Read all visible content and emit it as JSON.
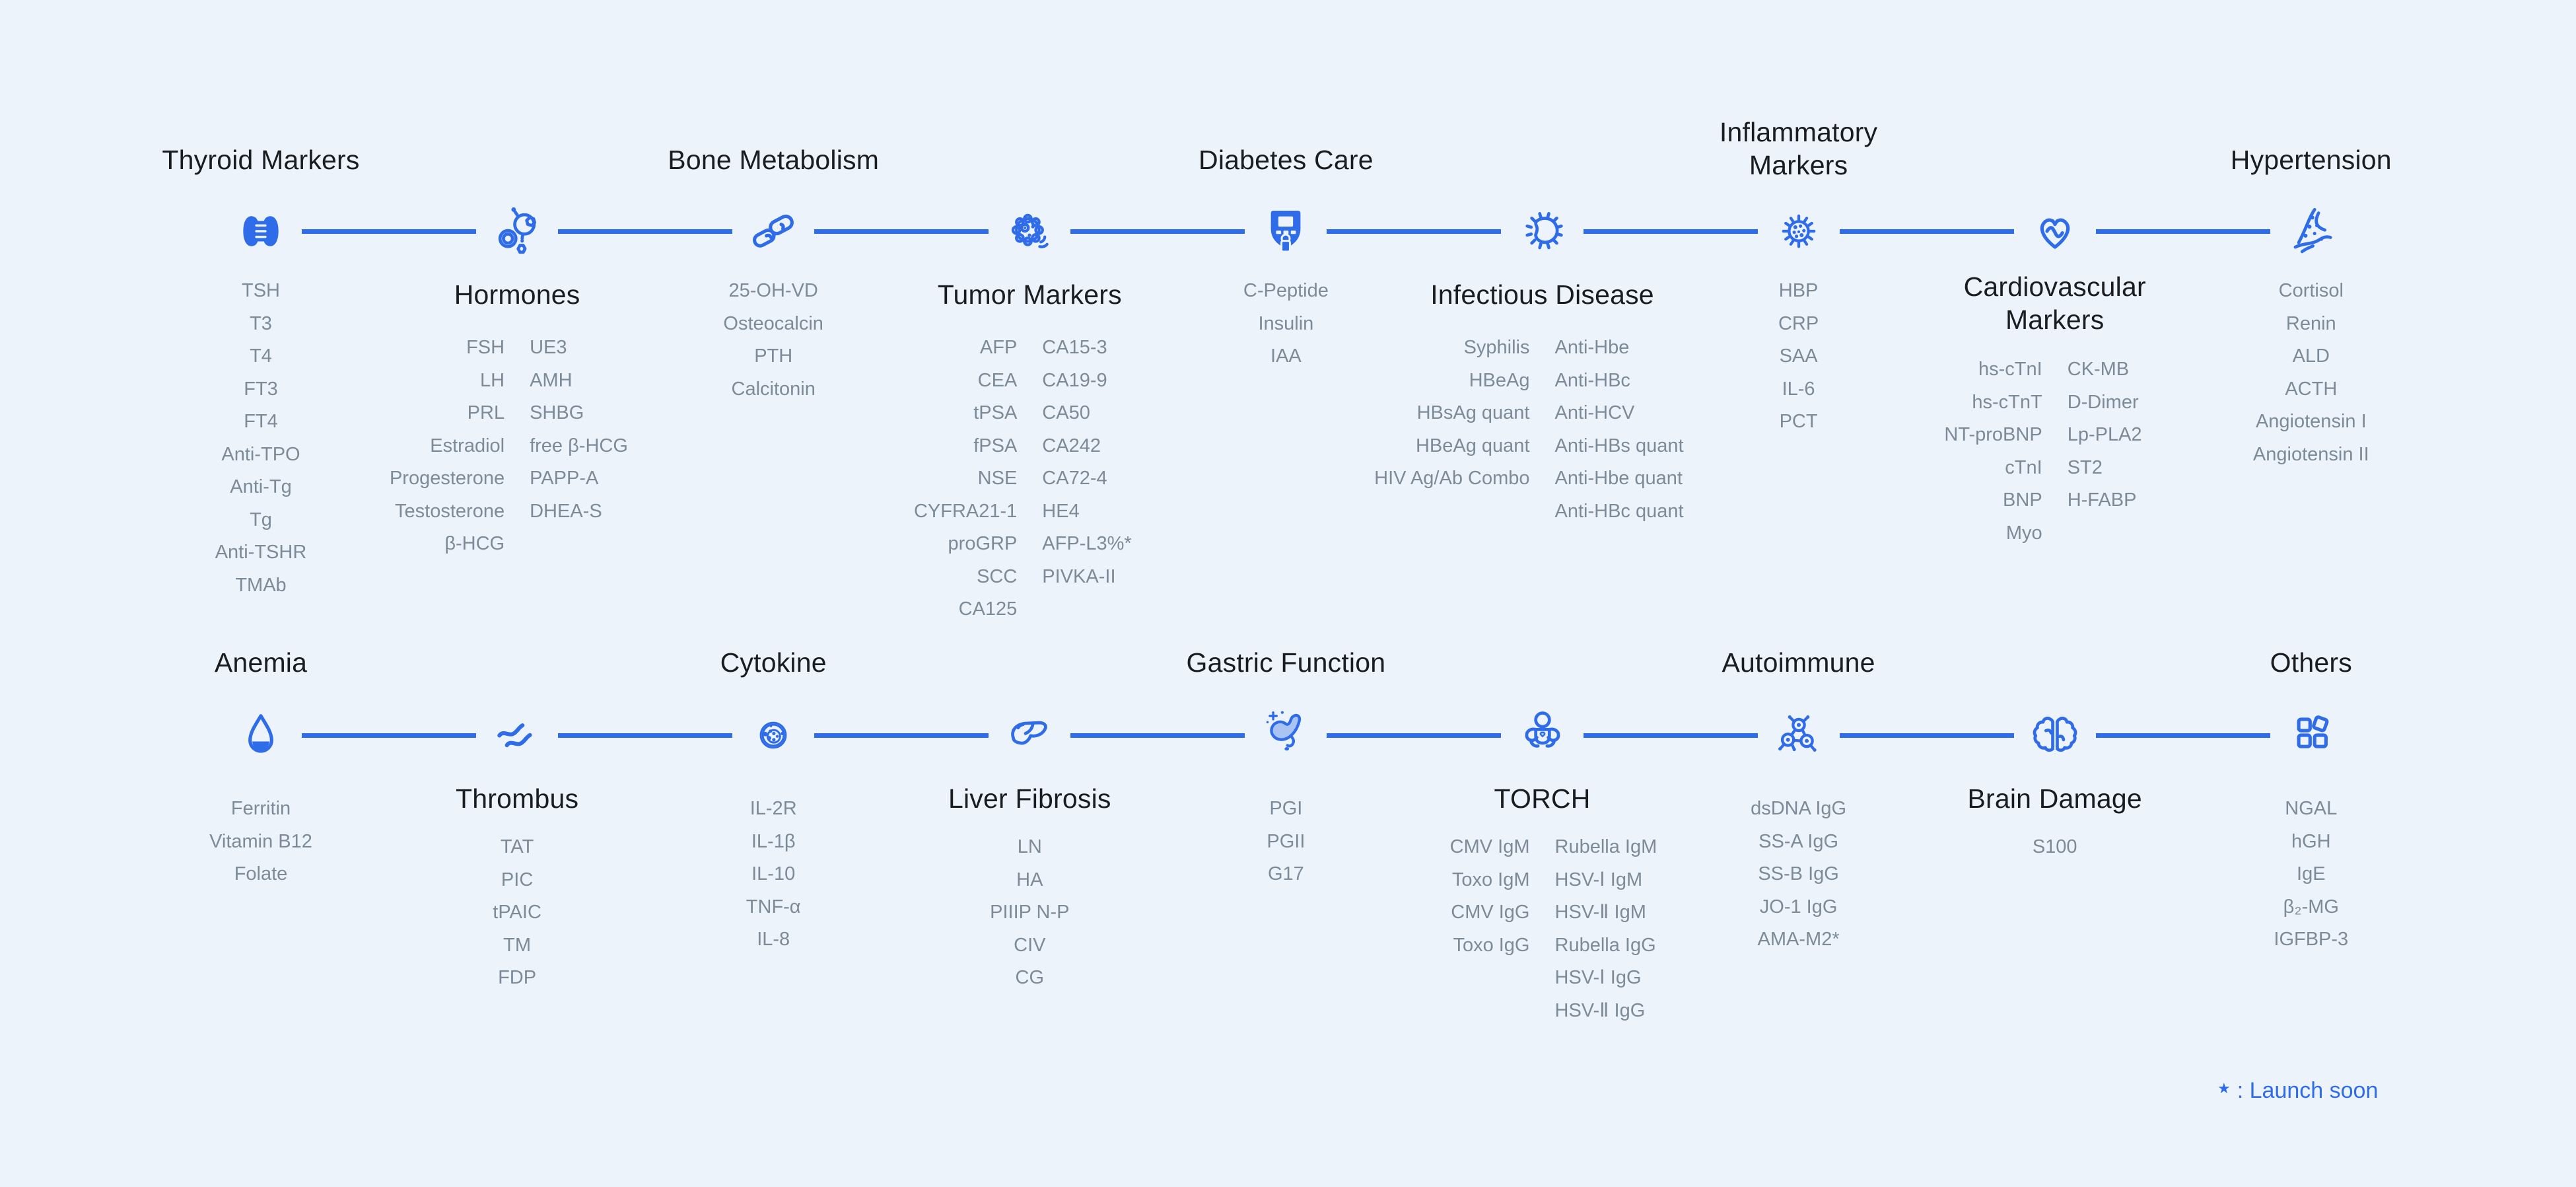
{
  "colors": {
    "background": "#edf3fb",
    "accent": "#2e6ce9",
    "title_text": "#191c20",
    "item_text": "#7d8a97"
  },
  "footnote": {
    "star": "★",
    "label": ": Launch soon"
  },
  "rows": [
    {
      "categories": [
        {
          "title": "Thyroid Markers",
          "title_position": "above",
          "icon": "thyroid-icon",
          "items": [
            "TSH",
            "T3",
            "T4",
            "FT3",
            "FT4",
            "Anti-TPO",
            "Anti-Tg",
            "Tg",
            "Anti-TSHR",
            "TMAb"
          ]
        },
        {
          "title": "Hormones",
          "title_position": "below",
          "icon": "hormone-molecule-icon",
          "columns": [
            [
              "FSH",
              "LH",
              "PRL",
              "Estradiol",
              "Progesterone",
              "Testosterone",
              "β-HCG"
            ],
            [
              "UE3",
              "AMH",
              "SHBG",
              "free β-HCG",
              "PAPP-A",
              "DHEA-S"
            ]
          ]
        },
        {
          "title": "Bone Metabolism",
          "title_position": "above",
          "icon": "bone-icon",
          "items": [
            "25-OH-VD",
            "Osteocalcin",
            "PTH",
            "Calcitonin"
          ]
        },
        {
          "title": "Tumor Markers",
          "title_position": "below",
          "icon": "tumor-cell-icon",
          "columns": [
            [
              "AFP",
              "CEA",
              "tPSA",
              "fPSA",
              "NSE",
              "CYFRA21-1",
              "proGRP",
              "SCC",
              "CA125"
            ],
            [
              "CA15-3",
              "CA19-9",
              "CA50",
              "CA242",
              "CA72-4",
              "HE4",
              "AFP-L3%*",
              "PIVKA-II"
            ]
          ]
        },
        {
          "title": "Diabetes Care",
          "title_position": "above",
          "icon": "glucose-meter-icon",
          "items": [
            "C-Peptide",
            "Insulin",
            "IAA"
          ]
        },
        {
          "title": "Infectious Disease",
          "title_position": "below",
          "icon": "bacteria-icon",
          "columns": [
            [
              "Syphilis",
              "HBeAg",
              "HBsAg quant",
              "HBeAg quant",
              "HIV Ag/Ab Combo"
            ],
            [
              "Anti-Hbe",
              "Anti-HBc",
              "Anti-HCV",
              "Anti-HBs quant",
              "Anti-Hbe quant",
              "Anti-HBc quant"
            ]
          ]
        },
        {
          "title": "Inflammatory\nMarkers",
          "title_position": "above",
          "icon": "virus-icon",
          "items": [
            "HBP",
            "CRP",
            "SAA",
            "IL-6",
            "PCT"
          ]
        },
        {
          "title": "Cardiovascular\nMarkers",
          "title_position": "below",
          "icon": "heart-pulse-icon",
          "columns": [
            [
              "hs-cTnI",
              "hs-cTnT",
              "NT-proBNP",
              "cTnI",
              "BNP",
              "Myo"
            ],
            [
              "CK-MB",
              "D-Dimer",
              "Lp-PLA2",
              "ST2",
              "H-FABP"
            ]
          ]
        },
        {
          "title": "Hypertension",
          "title_position": "above",
          "icon": "blood-vessel-icon",
          "items": [
            "Cortisol",
            "Renin",
            "ALD",
            "ACTH",
            "Angiotensin I",
            "Angiotensin II"
          ]
        }
      ]
    },
    {
      "categories": [
        {
          "title": "Anemia",
          "title_position": "above",
          "icon": "blood-drop-icon",
          "items": [
            "Ferritin",
            "Vitamin B12",
            "Folate"
          ]
        },
        {
          "title": "Thrombus",
          "title_position": "below",
          "icon": "vessel-flow-icon",
          "items": [
            "TAT",
            "PIC",
            "tPAIC",
            "TM",
            "FDP"
          ]
        },
        {
          "title": "Cytokine",
          "title_position": "above",
          "icon": "cytokine-cell-icon",
          "items": [
            "IL-2R",
            "IL-1β",
            "IL-10",
            "TNF-α",
            "IL-8"
          ]
        },
        {
          "title": "Liver Fibrosis",
          "title_position": "below",
          "icon": "liver-icon",
          "items": [
            "LN",
            "HA",
            "PIIIP N-P",
            "CIV",
            "CG"
          ]
        },
        {
          "title": "Gastric Function",
          "title_position": "above",
          "icon": "stomach-icon",
          "items": [
            "PGI",
            "PGII",
            "G17"
          ]
        },
        {
          "title": "TORCH",
          "title_position": "below",
          "icon": "baby-icon",
          "columns": [
            [
              "CMV IgM",
              "Toxo IgM",
              "CMV IgG",
              "Toxo IgG"
            ],
            [
              "Rubella IgM",
              "HSV-Ⅰ IgM",
              "HSV-Ⅱ IgM",
              "Rubella IgG",
              "HSV-Ⅰ IgG",
              "HSV-Ⅱ IgG"
            ]
          ]
        },
        {
          "title": "Autoimmune",
          "title_position": "above",
          "icon": "autoimmune-molecule-icon",
          "items": [
            "dsDNA IgG",
            "SS-A IgG",
            "SS-B IgG",
            "JO-1 IgG",
            "AMA-M2*"
          ]
        },
        {
          "title": "Brain Damage",
          "title_position": "below",
          "icon": "brain-icon",
          "items": [
            "S100"
          ]
        },
        {
          "title": "Others",
          "title_position": "above",
          "icon": "squares-icon",
          "items": [
            "NGAL",
            "hGH",
            "IgE",
            "β₂-MG",
            "IGFBP-3"
          ]
        }
      ]
    }
  ]
}
